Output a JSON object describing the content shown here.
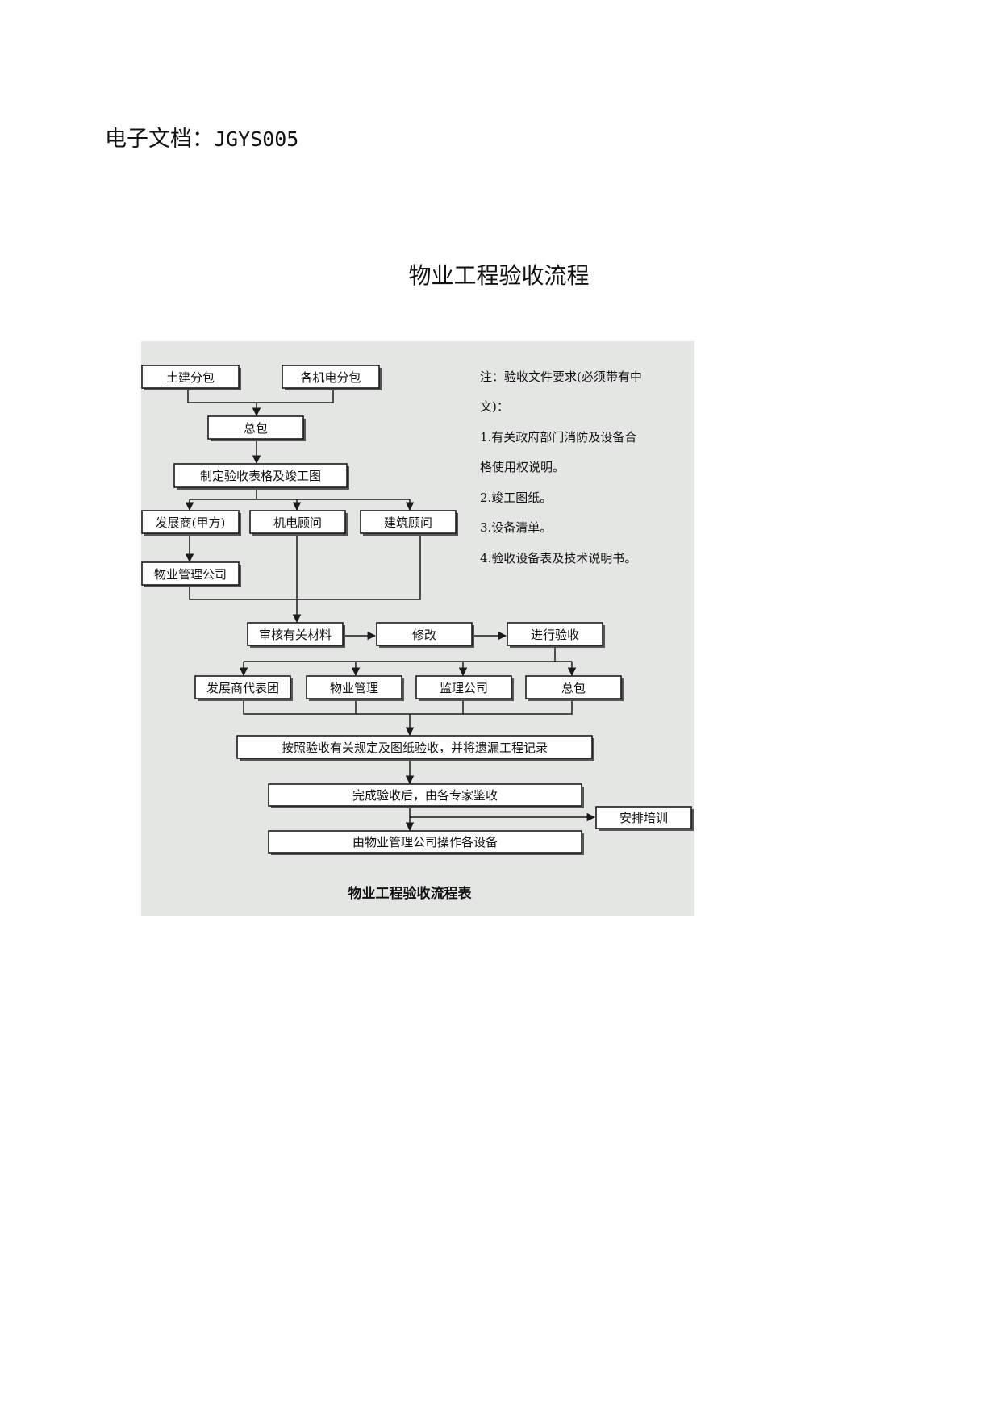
{
  "document": {
    "id_label": "电子文档：",
    "id_code": "JGYS005",
    "title": "物业工程验收流程"
  },
  "figure": {
    "caption": "物业工程验收流程表",
    "nodes": {
      "tujian": "土建分包",
      "jidian_fenbao": "各机电分包",
      "zongbao_top": "总包",
      "zhiding": "制定验收表格及竣工图",
      "fazhanshang": "发展商(甲方)",
      "jidian_guwen": "机电顾问",
      "jianzhu_guwen": "建筑顾问",
      "wuye_gongsi": "物业管理公司",
      "shenhe": "审核有关材料",
      "xiugai": "修改",
      "jinxing": "进行验收",
      "fazhan_daibiao": "发展商代表团",
      "wuye_guanli": "物业管理",
      "jianli": "监理公司",
      "zongbao_bottom": "总包",
      "anzhao": "按照验收有关规定及图纸验收，并将遗漏工程记录",
      "wancheng": "完成验收后，由各专家鉴收",
      "anpai": "安排培训",
      "caozuo": "由物业管理公司操作各设备"
    },
    "notes": [
      "注：验收文件要求(必须带有中",
      "文)：",
      "1.有关政府部门消防及设备合",
      "格使用权说明。",
      "2.竣工图纸。",
      "3.设备清单。",
      "4.验收设备表及技术说明书。"
    ]
  }
}
